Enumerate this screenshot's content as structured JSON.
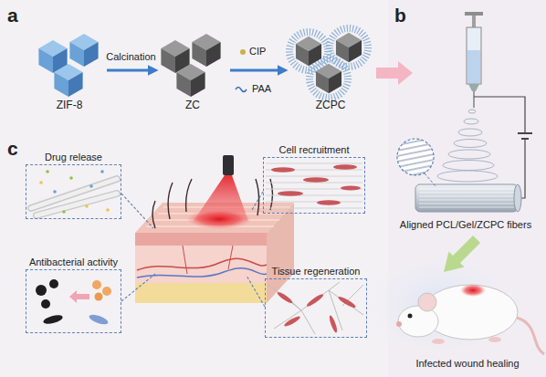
{
  "diagram": {
    "nodes": [
      {
        "text": [
          "ZIF-8"
        ]
      },
      {
        "text": [
          "ZC"
        ]
      },
      {
        "text": [
          "ZCPC"
        ]
      },
      {
        "text": [
          "Drug release"
        ]
      },
      {
        "text": [
          "Cell recruitment"
        ]
      },
      {
        "text": [
          "Antibacterial activity"
        ]
      },
      {
        "text": [
          "Tissue regeneration"
        ]
      }
    ],
    "edges": [
      {
        "from": 0,
        "to": 1,
        "label": "Calcination",
        "arrow": "to"
      },
      {
        "from": 1,
        "to": 2,
        "arrow": "to"
      }
    ],
    "labels": [
      "a",
      "b",
      "c",
      "CIP",
      "PAA",
      "Aligned PCL/Gel/ZCPC fibers",
      "Infected wound healing"
    ]
  }
}
